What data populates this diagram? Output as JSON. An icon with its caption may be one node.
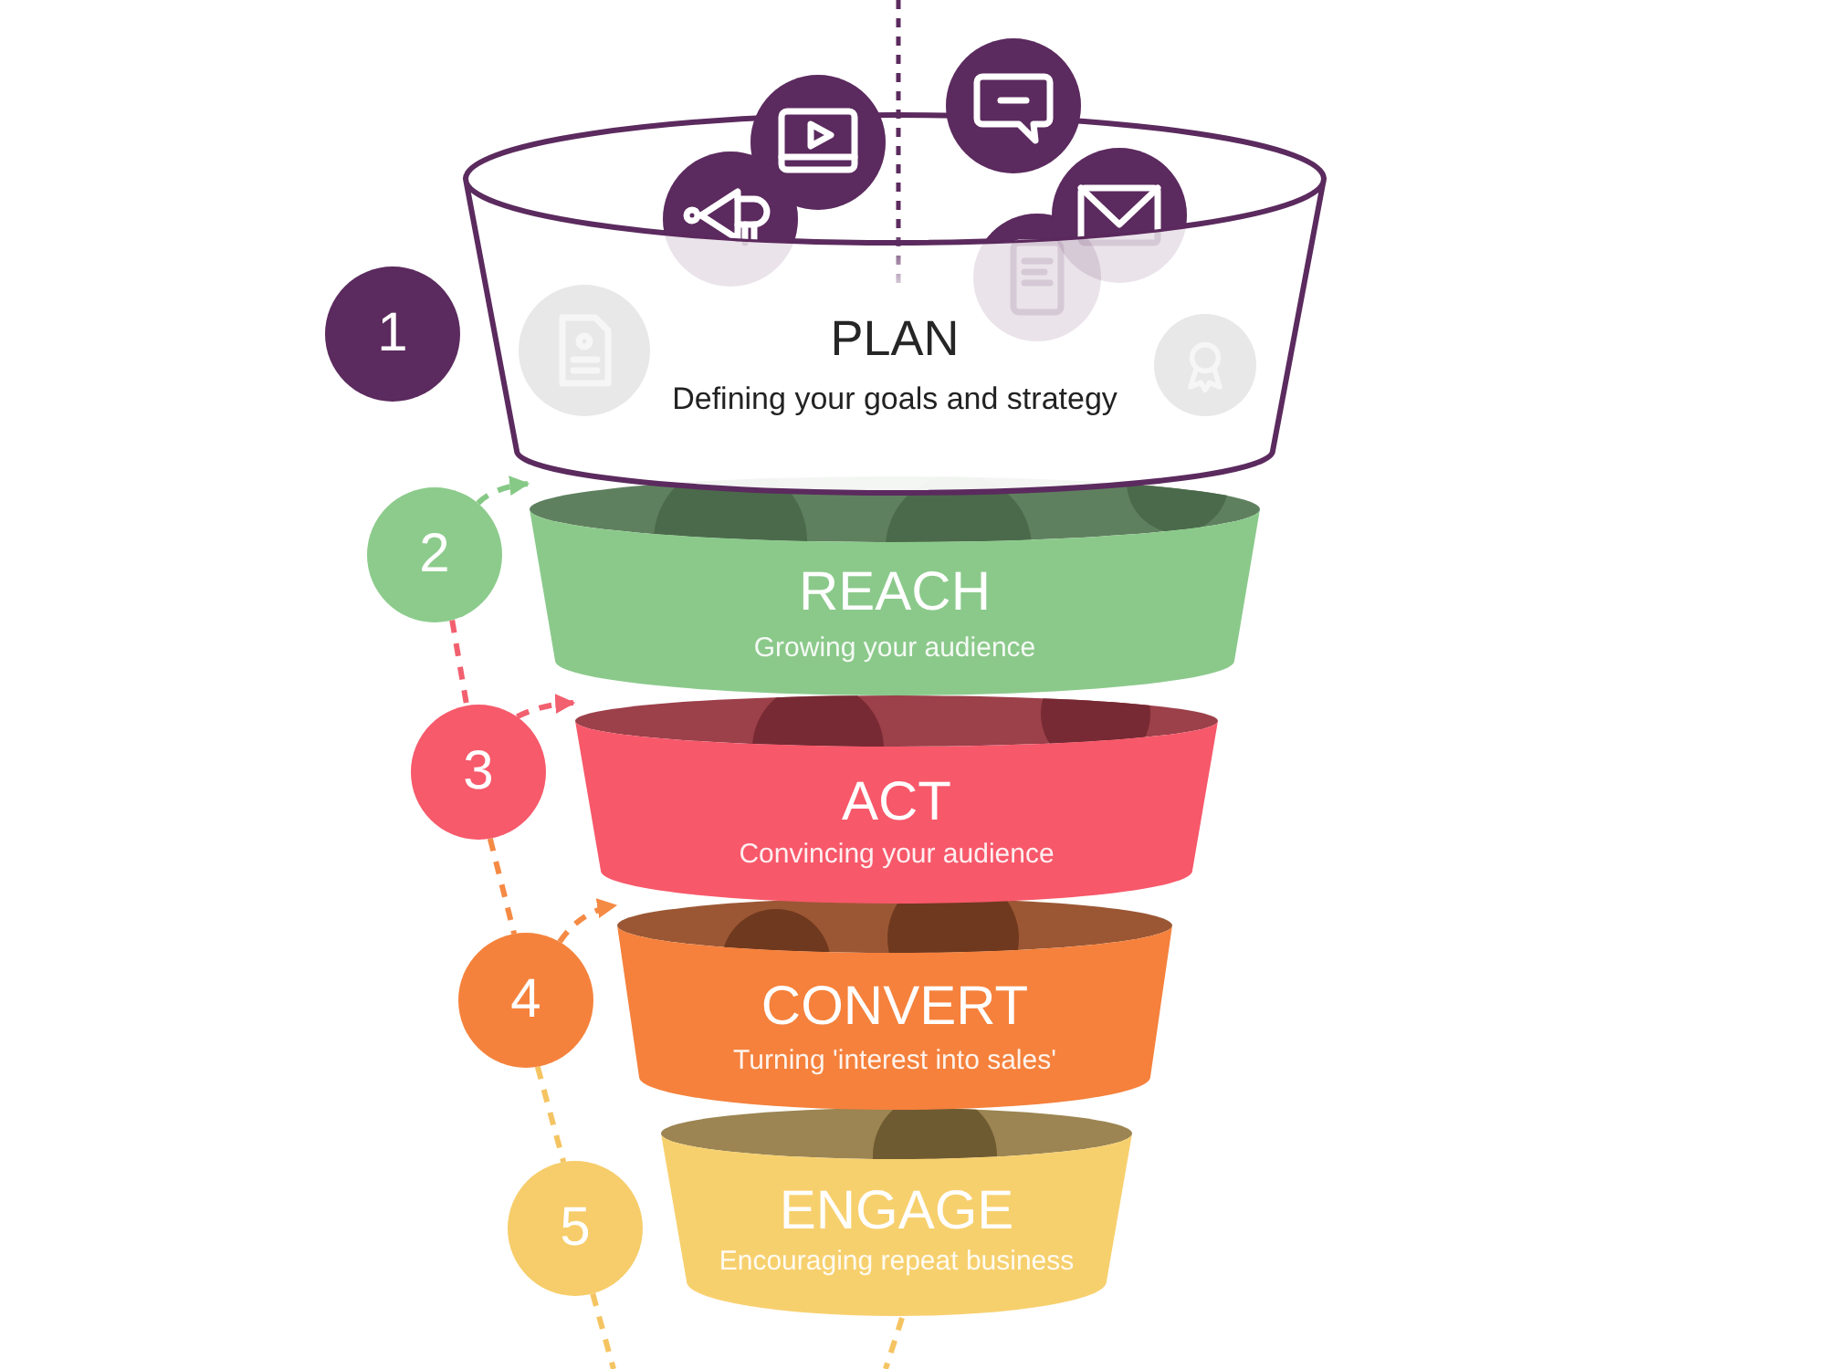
{
  "diagram": {
    "nodes": [
      {
        "text": [
          "1"
        ]
      },
      {
        "text": [
          "PLAN",
          "Defining your goals and strategy"
        ]
      },
      {
        "text": [
          "2"
        ]
      },
      {
        "text": [
          "REACH",
          "Growing your audience"
        ]
      },
      {
        "text": [
          "3"
        ]
      },
      {
        "text": [
          "ACT",
          "Convincing your audience"
        ]
      },
      {
        "text": [
          "4"
        ]
      },
      {
        "text": [
          "CONVERT",
          "Turning 'interest into sales'"
        ]
      },
      {
        "text": [
          "5"
        ]
      },
      {
        "text": [
          "ENGAGE",
          "Encouraging repeat business"
        ]
      }
    ],
    "edges": [
      {
        "from": 2,
        "to": 3,
        "arrow": "to",
        "style": "dashed",
        "color": "#86c986"
      },
      {
        "from": 2,
        "to": 4,
        "arrow": "none",
        "style": "dashed",
        "color": "#f2606f"
      },
      {
        "from": 4,
        "to": 5,
        "arrow": "to",
        "style": "dashed",
        "color": "#f2606f"
      },
      {
        "from": 4,
        "to": 6,
        "arrow": "none",
        "style": "dashed",
        "color": "#f58a45"
      },
      {
        "from": 6,
        "to": 7,
        "arrow": "to",
        "style": "dashed",
        "color": "#f58a45"
      },
      {
        "from": 6,
        "to": 8,
        "arrow": "none",
        "style": "dashed",
        "color": "#f5c462"
      },
      {
        "from": 8,
        "to": null,
        "arrow": "none",
        "style": "dashed",
        "color": "#f5c462"
      },
      {
        "from": 9,
        "to": null,
        "arrow": "none",
        "style": "dashed",
        "color": "#f5c462"
      }
    ]
  }
}
